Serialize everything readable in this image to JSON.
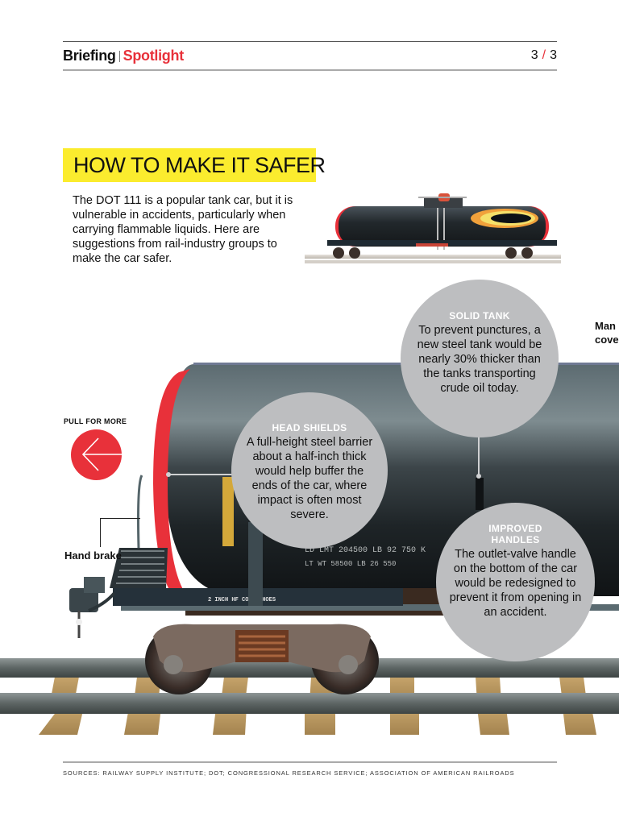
{
  "header": {
    "section": "Briefing",
    "subsection": "Spotlight",
    "page_current": "3",
    "page_total": "3",
    "accent_color": "#e8313a"
  },
  "title": {
    "text": "HOW TO MAKE IT SAFER",
    "highlight_color": "#fbec2e"
  },
  "intro": "The DOT 111 is a popular tank car, but it is vulnerable in accidents, particularly when carrying flammable liquids. Here are suggestions from rail-industry groups to make the car safer.",
  "callouts": [
    {
      "heading": "SOLID TANK",
      "body": "To prevent punctures, a new steel tank would be nearly 30% thicker than the tanks transporting crude oil today."
    },
    {
      "heading": "HEAD SHIELDS",
      "body": "A full-height steel barrier about a half-inch thick would help buffer the ends of the car, where impact is often most severe."
    },
    {
      "heading": "IMPROVED HANDLES",
      "body": "The outlet-valve handle on the bottom of the car would be redesigned to prevent it from opening in an accident."
    }
  ],
  "labels": {
    "hand_brake": "Hand brake",
    "manway_line1": "Man",
    "manway_line2": "cove",
    "pull_for_more": "PULL FOR MORE"
  },
  "car_markings": {
    "load_limit": "LD LMT   204500 LB   92 750 K",
    "light_weight": "LT WT     58500 LB   26 550",
    "shoes": "2 INCH HF COMP SHOES"
  },
  "icons": {
    "pull": "arrow-left-icon"
  },
  "footer": {
    "sources": "SOURCES: RAILWAY SUPPLY INSTITUTE; DOT; CONGRESSIONAL RESEARCH SERVICE; ASSOCIATION OF AMERICAN RAILROADS"
  }
}
